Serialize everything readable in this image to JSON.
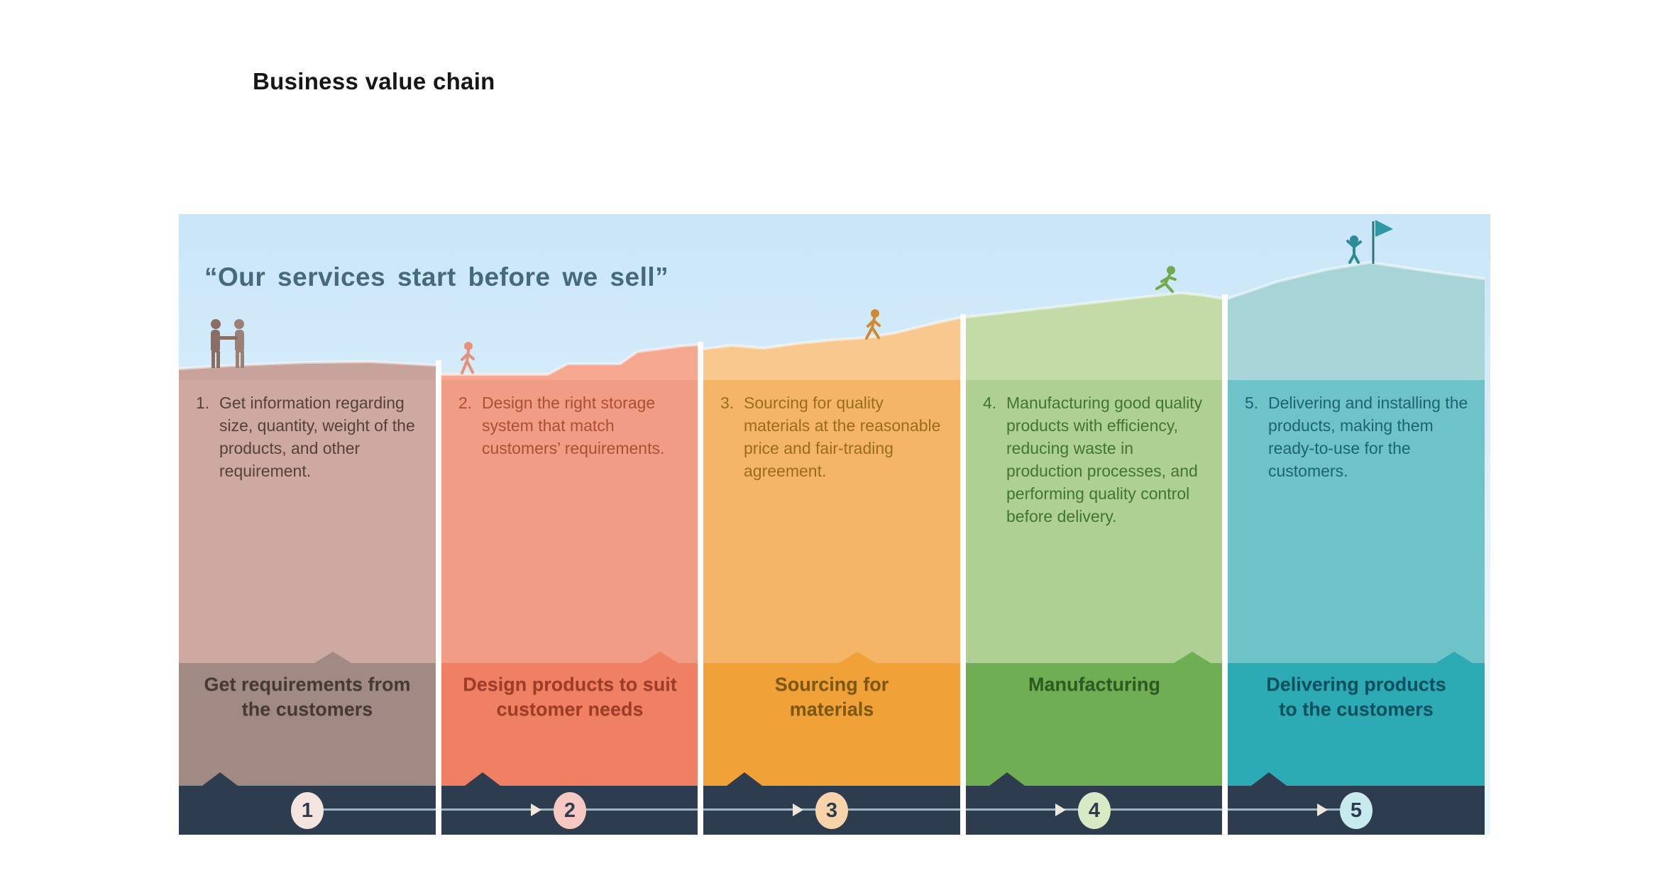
{
  "page": {
    "title": "Business value chain"
  },
  "diagram": {
    "quote": "“Our services start before we sell”",
    "colors": {
      "sky_top": "#c9e6f8",
      "sky_bottom": "#eaf6fd",
      "quote_text": "#456a7c",
      "navy_band": "#2d3c4e",
      "connector_line": "#9fb6c0",
      "arrow": "#efe7dc",
      "circle_number": "#2d3c4e"
    },
    "stages": [
      {
        "step_number": "1",
        "list_marker": "1.",
        "description": "Get information regarding size, quantity, weight of the products, and other requirement.",
        "label": "Get requirements from the customers",
        "figure": "handshake-figures-icon",
        "colors": {
          "terrain": "#c7a39c",
          "panel": "#cda9a2",
          "footer": "#a18a84",
          "body_text": "#564138",
          "label_text": "#473a34",
          "circle_fill": "#f4e4e0",
          "figure": "#8a6e64"
        }
      },
      {
        "step_number": "2",
        "list_marker": "2.",
        "description": "Design the right storage system that match customers’ requirements.",
        "label": "Design products to suit customer needs",
        "figure": "walking-figure-icon",
        "colors": {
          "terrain": "#f6a78f",
          "panel": "#f19c85",
          "footer": "#ef8064",
          "body_text": "#ac4f34",
          "label_text": "#9e3d25",
          "circle_fill": "#f7c9c2",
          "figure": "#e8917a"
        }
      },
      {
        "step_number": "3",
        "list_marker": "3.",
        "description": "Sourcing for quality materials at the reasonable price and fair-trading agreement.",
        "label": "Sourcing for materials",
        "figure": "hiking-figure-icon",
        "colors": {
          "terrain": "#f8c98f",
          "panel": "#f5b567",
          "footer": "#f0a239",
          "body_text": "#9c6c1d",
          "label_text": "#7d5813",
          "circle_fill": "#f9d3a9",
          "figure": "#d08a33"
        }
      },
      {
        "step_number": "4",
        "list_marker": "4.",
        "description": "Manufacturing good quality products with efficiency, reducing waste in production processes, and performing quality control before delivery.",
        "label": "Manufacturing",
        "figure": "running-figure-icon",
        "colors": {
          "terrain": "#c3dba7",
          "panel": "#afd093",
          "footer": "#70ae53",
          "body_text": "#41762f",
          "label_text": "#2c5a22",
          "circle_fill": "#d8eac3",
          "figure": "#71a94e"
        }
      },
      {
        "step_number": "5",
        "list_marker": "5.",
        "description": "Delivering and installing the products, making them ready-to-use for the customers.",
        "label": "Delivering products to the customers",
        "figure": "summit-flag-figure-icon",
        "colors": {
          "terrain": "#a7d4d7",
          "panel": "#6ec3c9",
          "footer": "#2cabb5",
          "body_text": "#1b6375",
          "label_text": "#0e515e",
          "circle_fill": "#c7eaee",
          "figure": "#2e8a96"
        }
      }
    ]
  }
}
